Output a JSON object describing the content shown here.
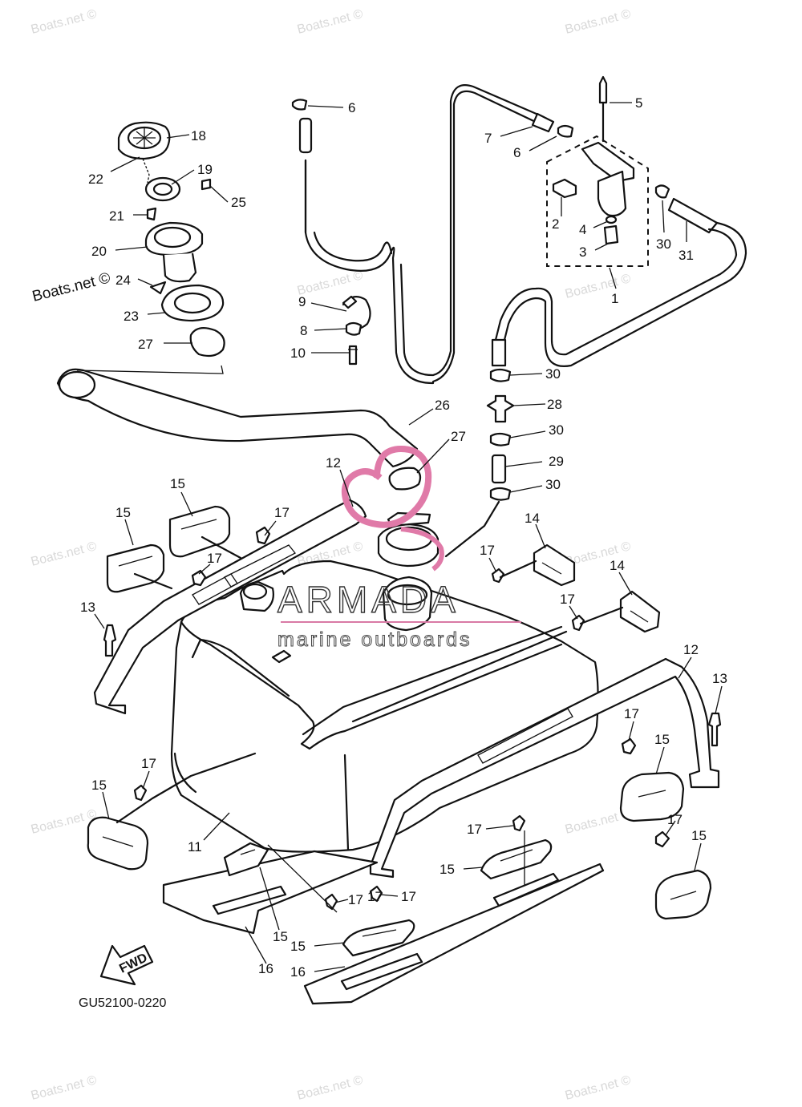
{
  "diagram": {
    "drawing_code": "GU52100-0220",
    "fwd_arrow_label": "FWD"
  },
  "watermarks": {
    "site": "Boats.net ©",
    "brand_name": "ARMADA",
    "brand_tagline": "marine outboards"
  },
  "callouts": [
    {
      "id": "c5",
      "text": "5"
    },
    {
      "id": "c6a",
      "text": "6"
    },
    {
      "id": "c6b",
      "text": "6"
    },
    {
      "id": "c7",
      "text": "7"
    },
    {
      "id": "c18",
      "text": "18"
    },
    {
      "id": "c19",
      "text": "19"
    },
    {
      "id": "c22",
      "text": "22"
    },
    {
      "id": "c21",
      "text": "21"
    },
    {
      "id": "c25",
      "text": "25"
    },
    {
      "id": "c20",
      "text": "20"
    },
    {
      "id": "c24",
      "text": "24"
    },
    {
      "id": "c23",
      "text": "23"
    },
    {
      "id": "c27a",
      "text": "27"
    },
    {
      "id": "c2",
      "text": "2"
    },
    {
      "id": "c4",
      "text": "4"
    },
    {
      "id": "c3",
      "text": "3"
    },
    {
      "id": "c30a",
      "text": "30"
    },
    {
      "id": "c31",
      "text": "31"
    },
    {
      "id": "c1",
      "text": "1"
    },
    {
      "id": "c9",
      "text": "9"
    },
    {
      "id": "c8",
      "text": "8"
    },
    {
      "id": "c10",
      "text": "10"
    },
    {
      "id": "c30b",
      "text": "30"
    },
    {
      "id": "c28",
      "text": "28"
    },
    {
      "id": "c26",
      "text": "26"
    },
    {
      "id": "c27b",
      "text": "27"
    },
    {
      "id": "c30c",
      "text": "30"
    },
    {
      "id": "c29",
      "text": "29"
    },
    {
      "id": "c30d",
      "text": "30"
    },
    {
      "id": "c12a",
      "text": "12"
    },
    {
      "id": "c15a",
      "text": "15"
    },
    {
      "id": "c15b",
      "text": "15"
    },
    {
      "id": "c17a",
      "text": "17"
    },
    {
      "id": "c17b",
      "text": "17"
    },
    {
      "id": "c14a",
      "text": "14"
    },
    {
      "id": "c17c",
      "text": "17"
    },
    {
      "id": "c14b",
      "text": "14"
    },
    {
      "id": "c17d",
      "text": "17"
    },
    {
      "id": "c13a",
      "text": "13"
    },
    {
      "id": "c12b",
      "text": "12"
    },
    {
      "id": "c13b",
      "text": "13"
    },
    {
      "id": "c17e",
      "text": "17"
    },
    {
      "id": "c15c",
      "text": "15"
    },
    {
      "id": "c17f",
      "text": "17"
    },
    {
      "id": "c15d",
      "text": "15"
    },
    {
      "id": "c11",
      "text": "11"
    },
    {
      "id": "c17g",
      "text": "17"
    },
    {
      "id": "c17h",
      "text": "17"
    },
    {
      "id": "c15e",
      "text": "15"
    },
    {
      "id": "c17i",
      "text": "17"
    },
    {
      "id": "c15f",
      "text": "15"
    },
    {
      "id": "c17j",
      "text": "17"
    },
    {
      "id": "c17k",
      "text": "17"
    },
    {
      "id": "c15g",
      "text": "15"
    },
    {
      "id": "c15h",
      "text": "15"
    },
    {
      "id": "c16a",
      "text": "16"
    },
    {
      "id": "c16b",
      "text": "16"
    }
  ]
}
